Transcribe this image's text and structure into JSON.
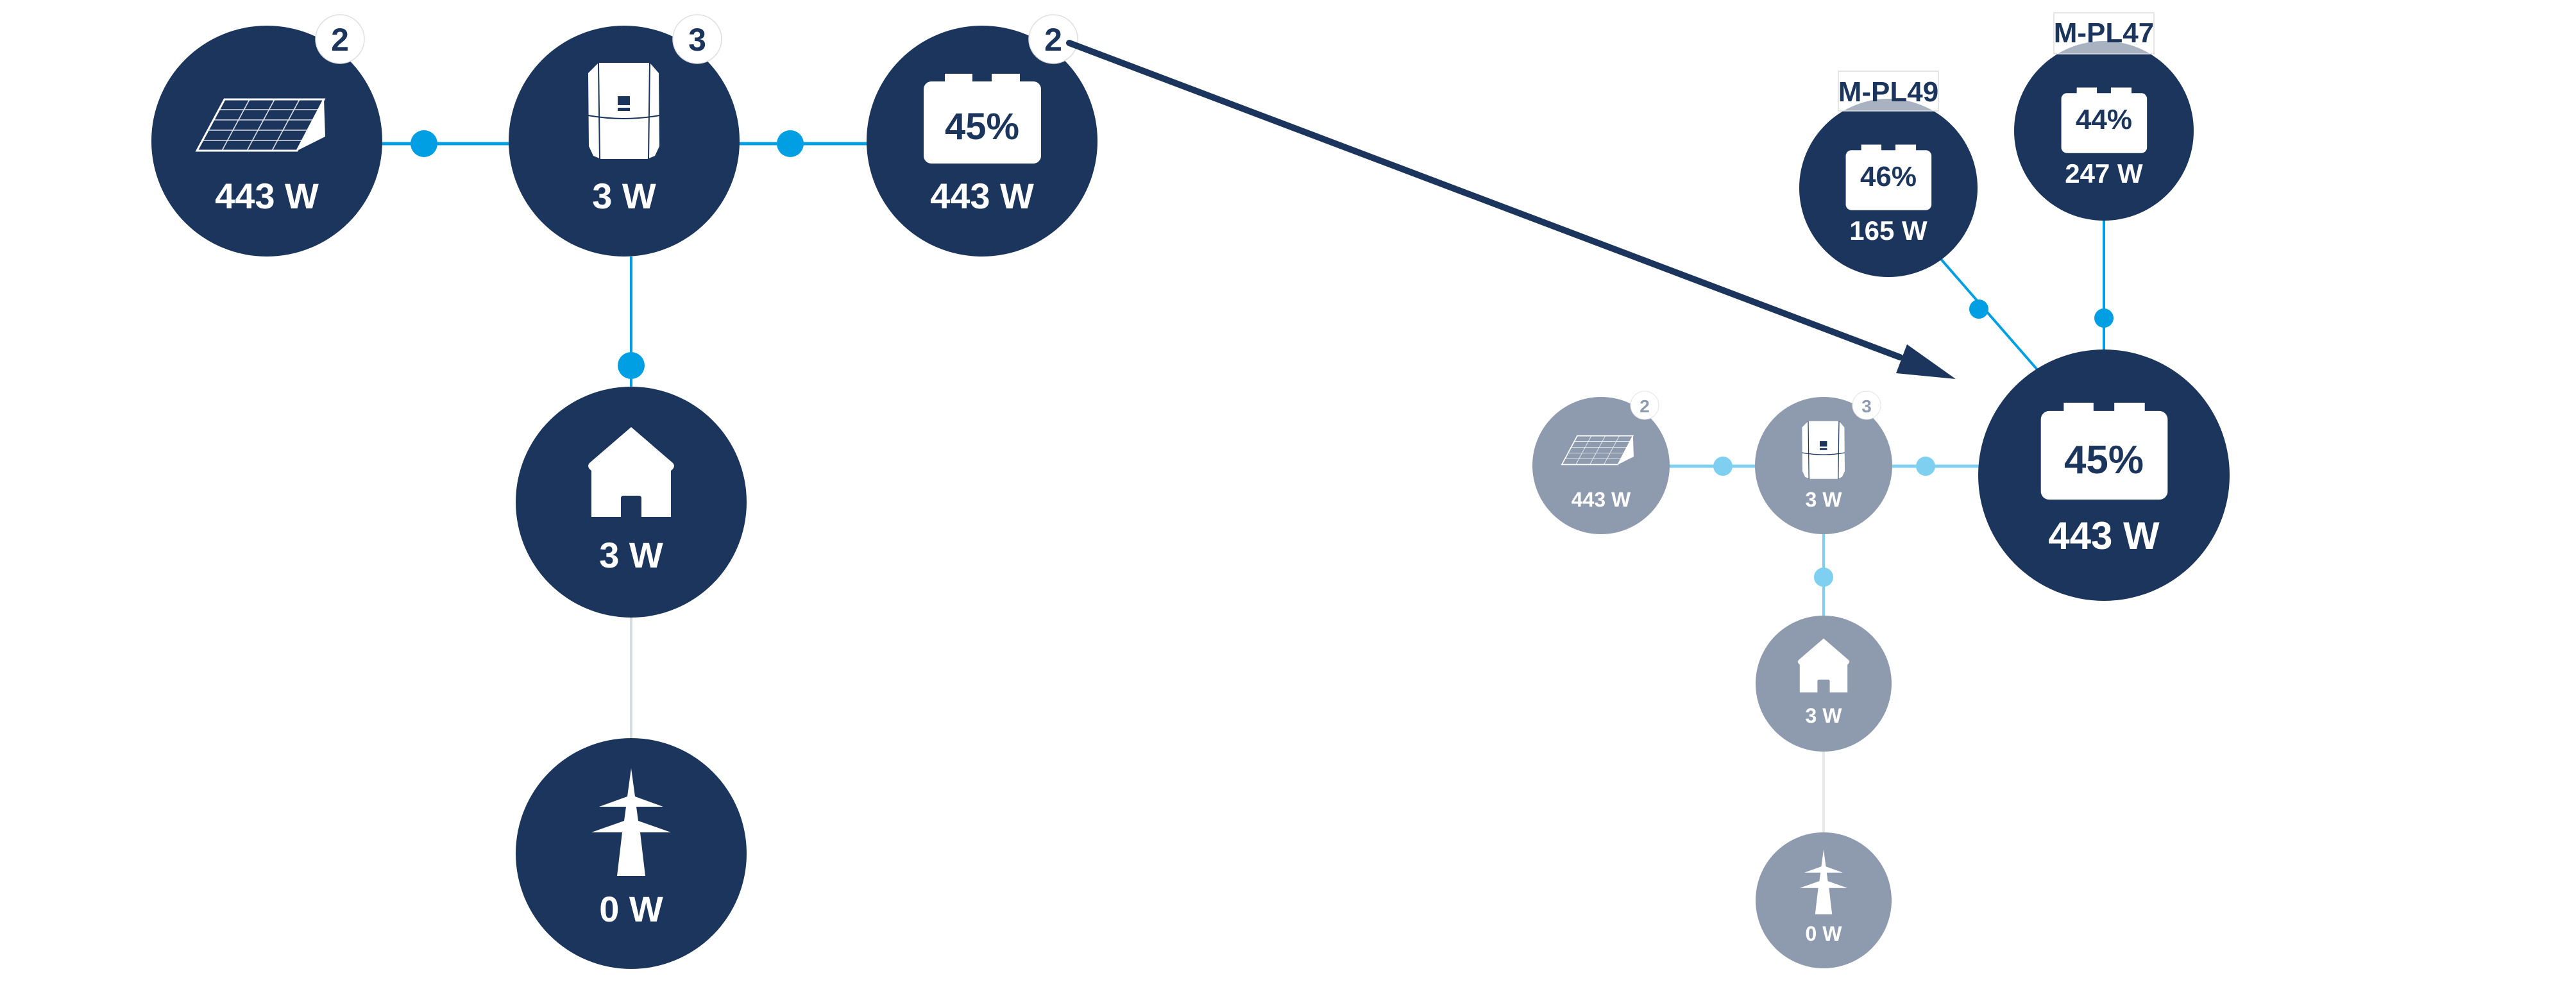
{
  "colors": {
    "node_active": "#1b355c",
    "node_inactive": "#8e9aad",
    "flow_active": "#009fe3",
    "flow_inactive": "#7fcff0",
    "flow_idle": "#d9dcdf",
    "arrow": "#1b355c",
    "badge_bg": "#ffffff",
    "badge_border": "#dddddd"
  },
  "main_diagram": {
    "solar": {
      "icon": "solar-panel-icon",
      "value": "443 W",
      "badge": "2"
    },
    "inverter": {
      "icon": "inverter-icon",
      "value": "3 W",
      "badge": "3"
    },
    "battery": {
      "icon": "battery-icon",
      "percent": "45%",
      "value": "443 W",
      "badge": "2"
    },
    "house": {
      "icon": "house-icon",
      "value": "3 W"
    },
    "grid": {
      "icon": "power-pylon-icon",
      "value": "0 W"
    }
  },
  "detail_diagram": {
    "solar": {
      "icon": "solar-panel-icon",
      "value": "443 W",
      "badge": "2"
    },
    "inverter": {
      "icon": "inverter-icon",
      "value": "3 W",
      "badge": "3"
    },
    "house": {
      "icon": "house-icon",
      "value": "3 W"
    },
    "grid": {
      "icon": "power-pylon-icon",
      "value": "0 W"
    },
    "battery_total": {
      "icon": "battery-icon",
      "percent": "45%",
      "value": "443 W"
    },
    "battery_modules": [
      {
        "label": "M-PL49",
        "percent": "46%",
        "value": "165 W"
      },
      {
        "label": "M-PL47",
        "percent": "44%",
        "value": "247 W"
      }
    ]
  }
}
